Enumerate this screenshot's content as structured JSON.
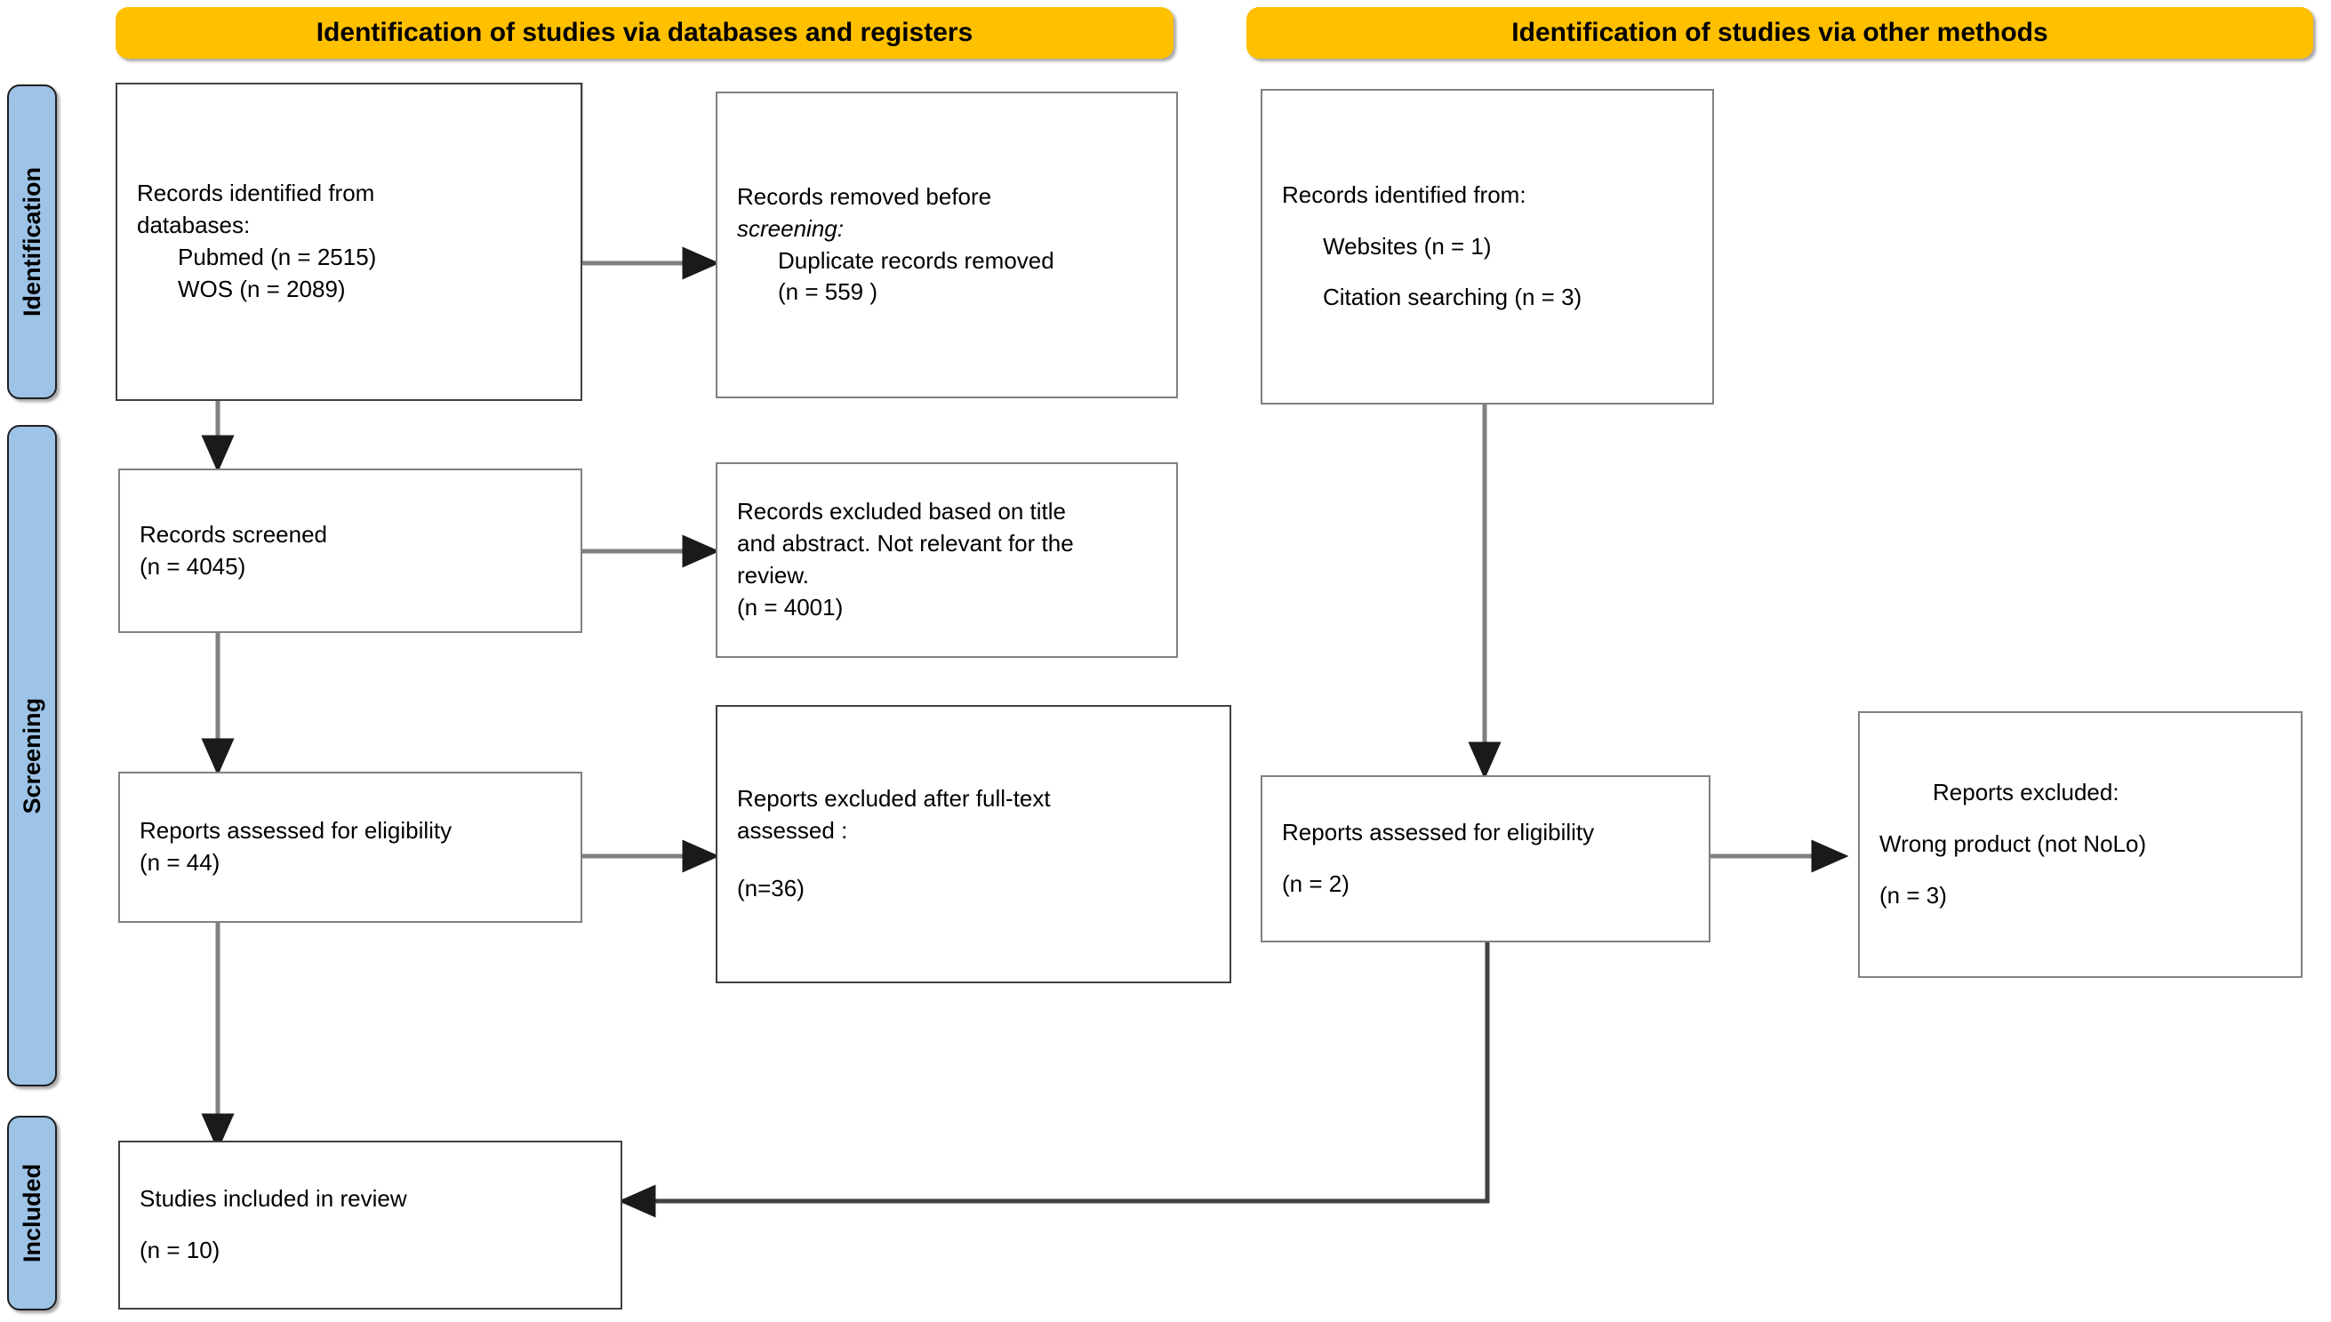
{
  "banners": [
    {
      "id": "banner-databases",
      "label": "Identification of studies via databases and registers"
    },
    {
      "id": "banner-other",
      "label": "Identification of studies via other methods"
    }
  ],
  "phases": [
    {
      "id": "phase-identification",
      "label": "Identification"
    },
    {
      "id": "phase-screening",
      "label": "Screening"
    },
    {
      "id": "phase-included",
      "label": "Included"
    }
  ],
  "boxes": {
    "records_identified_databases": {
      "name": "records-identified-databases",
      "lines": [
        {
          "text": "Records identified from",
          "style": ""
        },
        {
          "text": "databases:",
          "style": ""
        },
        {
          "text": "Pubmed (n = 2515)",
          "style": "indent"
        },
        {
          "text": "WOS (n = 2089)",
          "style": "indent"
        }
      ]
    },
    "records_removed_before_screening": {
      "name": "records-removed-before-screening",
      "lines": [
        {
          "text": "Records removed before",
          "style": ""
        },
        {
          "text": "screening:",
          "style": "it"
        },
        {
          "text": "Duplicate records removed",
          "style": "indent"
        },
        {
          "text": "(n = 559 )",
          "style": "indent"
        }
      ]
    },
    "records_identified_other": {
      "name": "records-identified-other",
      "lines": [
        {
          "text": "Records identified from:",
          "style": ""
        },
        {
          "text": "Websites (n = 1)",
          "style": "indent gap-sm"
        },
        {
          "text": "Citation searching (n = 3)",
          "style": "indent gap-sm"
        }
      ]
    },
    "records_screened": {
      "name": "records-screened",
      "lines": [
        {
          "text": "Records screened",
          "style": ""
        },
        {
          "text": "(n = 4045)",
          "style": ""
        }
      ]
    },
    "records_excluded": {
      "name": "records-excluded-title-abstract",
      "lines": [
        {
          "text": "Records excluded based on title",
          "style": ""
        },
        {
          "text": "and abstract. Not relevant for the",
          "style": ""
        },
        {
          "text": "review.",
          "style": ""
        },
        {
          "text": "(n = 4001)",
          "style": ""
        }
      ]
    },
    "reports_assessed_left": {
      "name": "reports-assessed-eligibility-databases",
      "lines": [
        {
          "text": "Reports assessed for eligibility",
          "style": ""
        },
        {
          "text": "(n = 44)",
          "style": ""
        }
      ]
    },
    "reports_excluded_fulltext": {
      "name": "reports-excluded-full-text",
      "lines": [
        {
          "text": "Reports excluded after full-text",
          "style": ""
        },
        {
          "text": "assessed :",
          "style": ""
        },
        {
          "text": "(n=36)",
          "style": "gap"
        }
      ]
    },
    "reports_assessed_right": {
      "name": "reports-assessed-eligibility-other",
      "lines": [
        {
          "text": "Reports assessed for eligibility",
          "style": ""
        },
        {
          "text": "(n = 2)",
          "style": "gap-sm"
        }
      ]
    },
    "reports_excluded_right": {
      "name": "reports-excluded-wrong-product",
      "lines": [
        {
          "text": "Reports excluded:",
          "style": "indent2"
        },
        {
          "text": "Wrong product (not NoLo)",
          "style": "gap-sm"
        },
        {
          "text": "(n = 3)",
          "style": "gap-sm"
        }
      ]
    },
    "studies_included": {
      "name": "studies-included-in-review",
      "lines": [
        {
          "text": "Studies included in review",
          "style": ""
        },
        {
          "text": "(n = 10)",
          "style": "gap-sm"
        }
      ]
    }
  },
  "colors": {
    "banner_fill": "#FFC000",
    "phase_fill": "#9DC3E6",
    "box_border": "#808080",
    "connector": "#808080",
    "text": "#000000",
    "page_background": "#FFFFFF"
  }
}
